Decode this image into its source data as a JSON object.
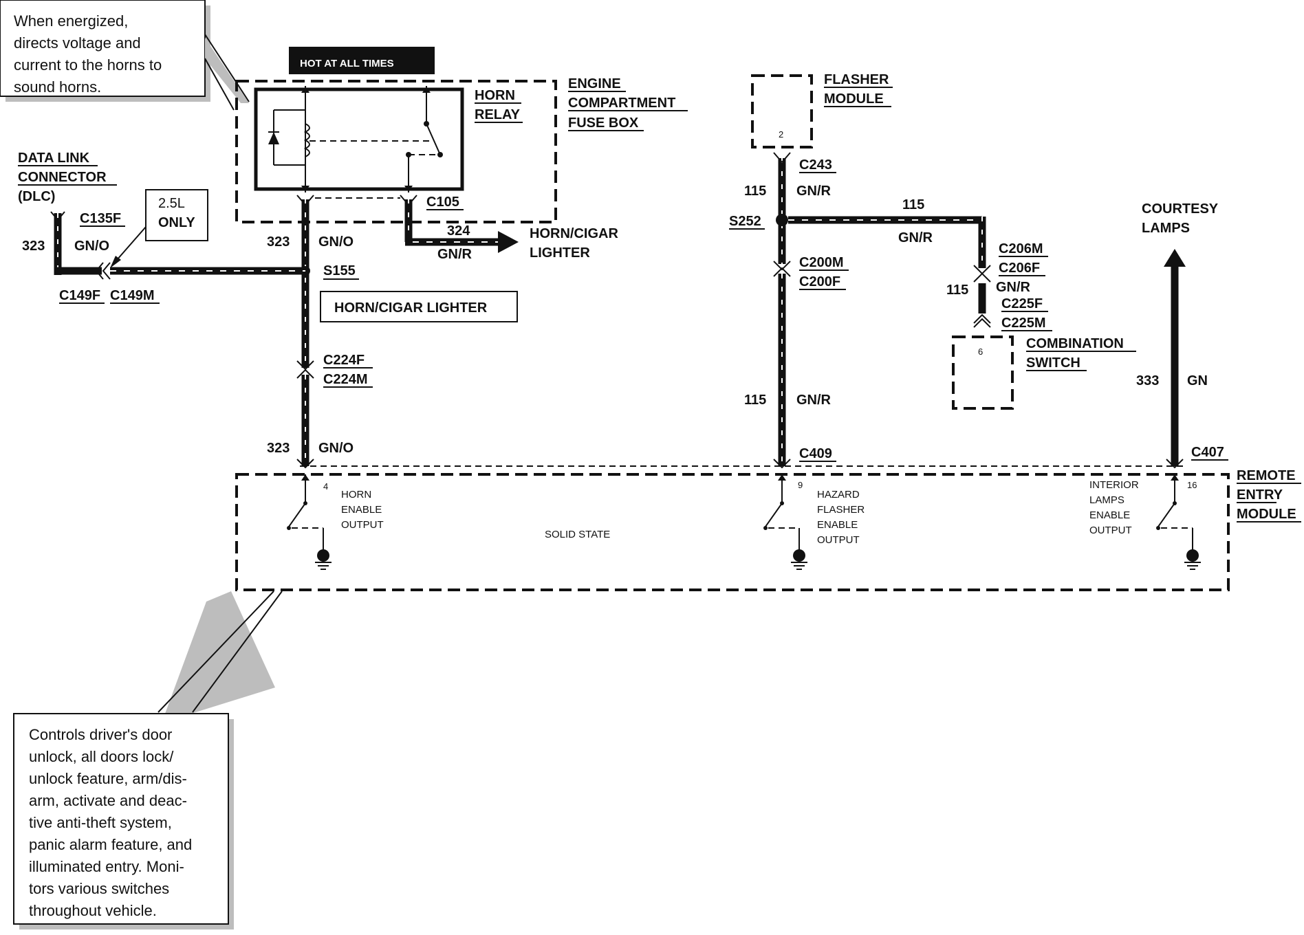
{
  "notes": {
    "relay_note": [
      "When energized,",
      "directs voltage and",
      "current to the horns to",
      "sound horns."
    ],
    "module_note": [
      "Controls driver's door",
      "unlock, all doors lock/",
      "unlock feature, arm/dis-",
      "arm, activate and deac-",
      "tive anti-theft system,",
      "panic alarm feature, and",
      "illuminated entry. Moni-",
      "tors various switches",
      "throughout vehicle."
    ]
  },
  "components": {
    "hot_at_all_times": "HOT AT ALL TIMES",
    "horn_relay": [
      "HORN",
      "RELAY"
    ],
    "fuse_box": [
      "ENGINE",
      "COMPARTMENT",
      "FUSE BOX"
    ],
    "dlc": [
      "DATA LINK",
      "CONNECTOR",
      "(DLC)"
    ],
    "engine_only": [
      "2.5L",
      "ONLY"
    ],
    "horn_cigar_lighter_box": "HORN/CIGAR LIGHTER",
    "horn_cigar_lighter_arrow": [
      "HORN/CIGAR",
      "LIGHTER"
    ],
    "flasher_module": [
      "FLASHER",
      "MODULE"
    ],
    "courtesy_lamps": [
      "COURTESY",
      "LAMPS"
    ],
    "combination_switch": [
      "COMBINATION",
      "SWITCH"
    ],
    "remote_entry_module": [
      "REMOTE",
      "ENTRY",
      "MODULE"
    ],
    "solid_state": "SOLID STATE",
    "horn_output": [
      "HORN",
      "ENABLE",
      "OUTPUT"
    ],
    "hazard_output": [
      "HAZARD",
      "FLASHER",
      "ENABLE",
      "OUTPUT"
    ],
    "interior_output": [
      "INTERIOR",
      "LAMPS",
      "ENABLE",
      "OUTPUT"
    ]
  },
  "connectors": {
    "c105": "C105",
    "c135f": "C135F",
    "c149f": "C149F",
    "c149m": "C149M",
    "s155": "S155",
    "c224f": "C224F",
    "c224m": "C224M",
    "c243": "C243",
    "s252": "S252",
    "c200m": "C200M",
    "c200f": "C200F",
    "c206m": "C206M",
    "c206f": "C206F",
    "c225f": "C225F",
    "c225m": "C225M",
    "c409": "C409",
    "c407": "C407"
  },
  "pins": {
    "flasher_pin": "2",
    "switch_pin": "6",
    "horn_pin": "4",
    "hazard_pin": "9",
    "interior_pin": "16"
  },
  "wires": {
    "w323_dlc": {
      "circuit": "323",
      "color": "GN/O"
    },
    "w323_relay": {
      "circuit": "323",
      "color": "GN/O"
    },
    "w323_module": {
      "circuit": "323",
      "color": "GN/O"
    },
    "w324": {
      "circuit": "324",
      "color": "GN/R"
    },
    "w115_top": {
      "circuit": "115",
      "color": "GN/R"
    },
    "w115_branch": {
      "circuit": "115",
      "color": "GN/R"
    },
    "w115_switch": {
      "circuit": "115",
      "color": "GN/R"
    },
    "w115_bottom": {
      "circuit": "115",
      "color": "GN/R"
    },
    "w333": {
      "circuit": "333",
      "color": "GN"
    }
  }
}
